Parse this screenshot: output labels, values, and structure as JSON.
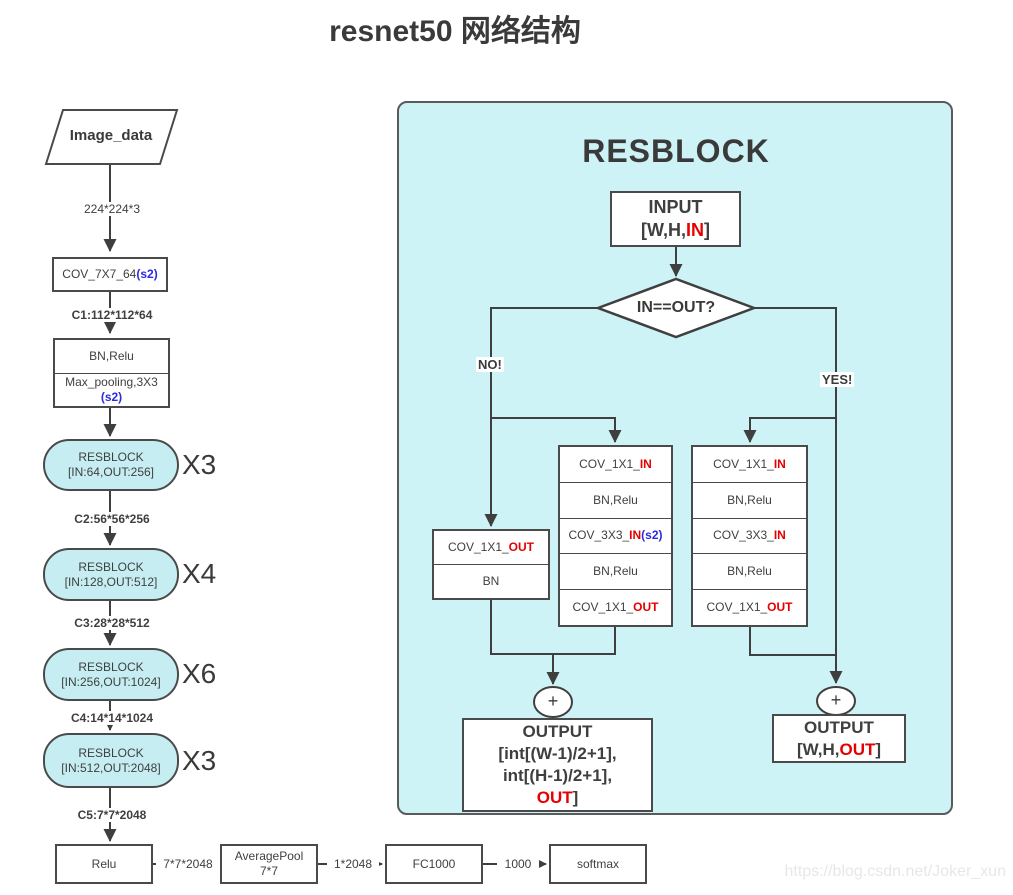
{
  "title": "resnet50 网络结构",
  "watermark": "https://blog.csdn.net/Joker_xun",
  "colors": {
    "panel_bg": "#cdf3f6",
    "node_bg": "#c6eef2",
    "line": "#3f3f3f",
    "border": "#4a4a4a",
    "red_accent": "#e60000",
    "blue_accent": "#2b2bdf"
  },
  "left_flow": {
    "input_label": "Image_data",
    "edge_input_conv": "224*224*3",
    "conv1": {
      "pre": "COV_7X7_64",
      "s2": "(s2)"
    },
    "c1": "C1:112*112*64",
    "stem": {
      "cell1": "BN,Relu",
      "cell2": "Max_pooling,3X3",
      "cell2_s2": "(s2)"
    },
    "resblocks": [
      {
        "name": "RESBLOCK",
        "io": "[IN:64,OUT:256]",
        "mult": "X3",
        "out_label": "C2:56*56*256"
      },
      {
        "name": "RESBLOCK",
        "io": "[IN:128,OUT:512]",
        "mult": "X4",
        "out_label": "C3:28*28*512"
      },
      {
        "name": "RESBLOCK",
        "io": "[IN:256,OUT:1024]",
        "mult": "X6",
        "out_label": "C4:14*14*1024"
      },
      {
        "name": "RESBLOCK",
        "io": "[IN:512,OUT:2048]",
        "mult": "X3",
        "out_label": "C5:7*7*2048"
      }
    ],
    "tail": {
      "relu": "Relu",
      "edge1": "7*7*2048",
      "avgpool_l1": "AveragePool",
      "avgpool_l2": "7*7",
      "edge2": "1*2048",
      "fc": "FC1000",
      "edge3": "1000",
      "softmax": "softmax"
    }
  },
  "panel": {
    "title": "RESBLOCK",
    "input": {
      "l1": "INPUT",
      "l2_pre": "[W,H,",
      "l2_red": "IN",
      "l2_suf": "]"
    },
    "condition": "IN==OUT?",
    "no_label": "NO!",
    "yes_label": "YES!",
    "shortcut": {
      "c1_pre": "COV_1X1_",
      "c1_red": "OUT",
      "c2": "BN"
    },
    "no_column": [
      {
        "pre": "COV_1X1_",
        "red": "IN",
        "blue": ""
      },
      {
        "pre": "BN,Relu",
        "red": "",
        "blue": ""
      },
      {
        "pre": "COV_3X3_",
        "red": "IN",
        "blue": "(s2)"
      },
      {
        "pre": "BN,Relu",
        "red": "",
        "blue": ""
      },
      {
        "pre": "COV_1X1_",
        "red": "OUT",
        "blue": ""
      }
    ],
    "yes_column": [
      {
        "pre": "COV_1X1_",
        "red": "IN",
        "blue": ""
      },
      {
        "pre": "BN,Relu",
        "red": "",
        "blue": ""
      },
      {
        "pre": "COV_3X3_",
        "red": "IN",
        "blue": ""
      },
      {
        "pre": "BN,Relu",
        "red": "",
        "blue": ""
      },
      {
        "pre": "COV_1X1_",
        "red": "OUT",
        "blue": ""
      }
    ],
    "plus": "+",
    "output_no": {
      "l1": "OUTPUT",
      "l2": "[int[(W-1)/2+1],",
      "l3": "int[(H-1)/2+1],",
      "l4_red": "OUT",
      "l4_suf": "]"
    },
    "output_yes": {
      "l1": "OUTPUT",
      "l2_pre": "[W,H,",
      "l2_red": "OUT",
      "l2_suf": "]"
    }
  }
}
